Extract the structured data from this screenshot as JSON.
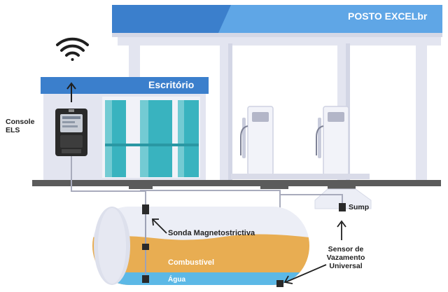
{
  "station_name": "POSTO EXCELbr",
  "office_sign": "Escritório",
  "labels": {
    "console": [
      "Console",
      "ELS"
    ],
    "probe": "Sonda Magnetostrictiva",
    "sump": "Sump",
    "sensor": [
      "Sensor de",
      "Vazamento",
      "Universal"
    ],
    "fuel": "Combustível",
    "water": "Água"
  },
  "colors": {
    "canopy_blue": "#3b7fcc",
    "canopy_light": "#5fa6e6",
    "structure": "#e3e5f0",
    "ground": "#5b5b5b",
    "glass": "#39b3bf",
    "fuel": "#e8ad52",
    "water": "#5cb8e6",
    "tank": "#eceef6",
    "console": "#2a2a2a"
  },
  "icons": [
    "wifi-icon",
    "arrow-up-icon",
    "fuel-pump-icon",
    "tank-icon",
    "probe-icon",
    "sensor-icon"
  ]
}
